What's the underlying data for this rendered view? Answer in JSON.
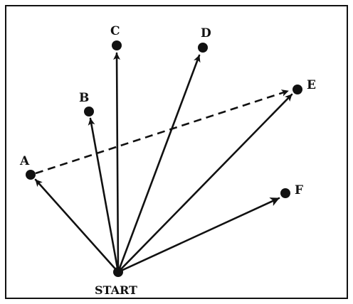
{
  "diagram": {
    "title": "",
    "colors": {
      "ink": "#111111",
      "background": "#ffffff"
    },
    "nodes": {
      "start": {
        "label": "START"
      },
      "a": {
        "label": "A"
      },
      "b": {
        "label": "B"
      },
      "c": {
        "label": "C"
      },
      "d": {
        "label": "D"
      },
      "e": {
        "label": "E"
      },
      "f": {
        "label": "F"
      }
    },
    "edges": [
      {
        "from": "START",
        "to": "A",
        "style": "solid-arrow"
      },
      {
        "from": "START",
        "to": "B",
        "style": "solid-arrow"
      },
      {
        "from": "START",
        "to": "C",
        "style": "solid-arrow"
      },
      {
        "from": "START",
        "to": "D",
        "style": "solid-arrow"
      },
      {
        "from": "START",
        "to": "E",
        "style": "solid-arrow"
      },
      {
        "from": "START",
        "to": "F",
        "style": "solid-arrow"
      },
      {
        "from": "A",
        "to": "E",
        "style": "dashed-arrow"
      }
    ]
  }
}
